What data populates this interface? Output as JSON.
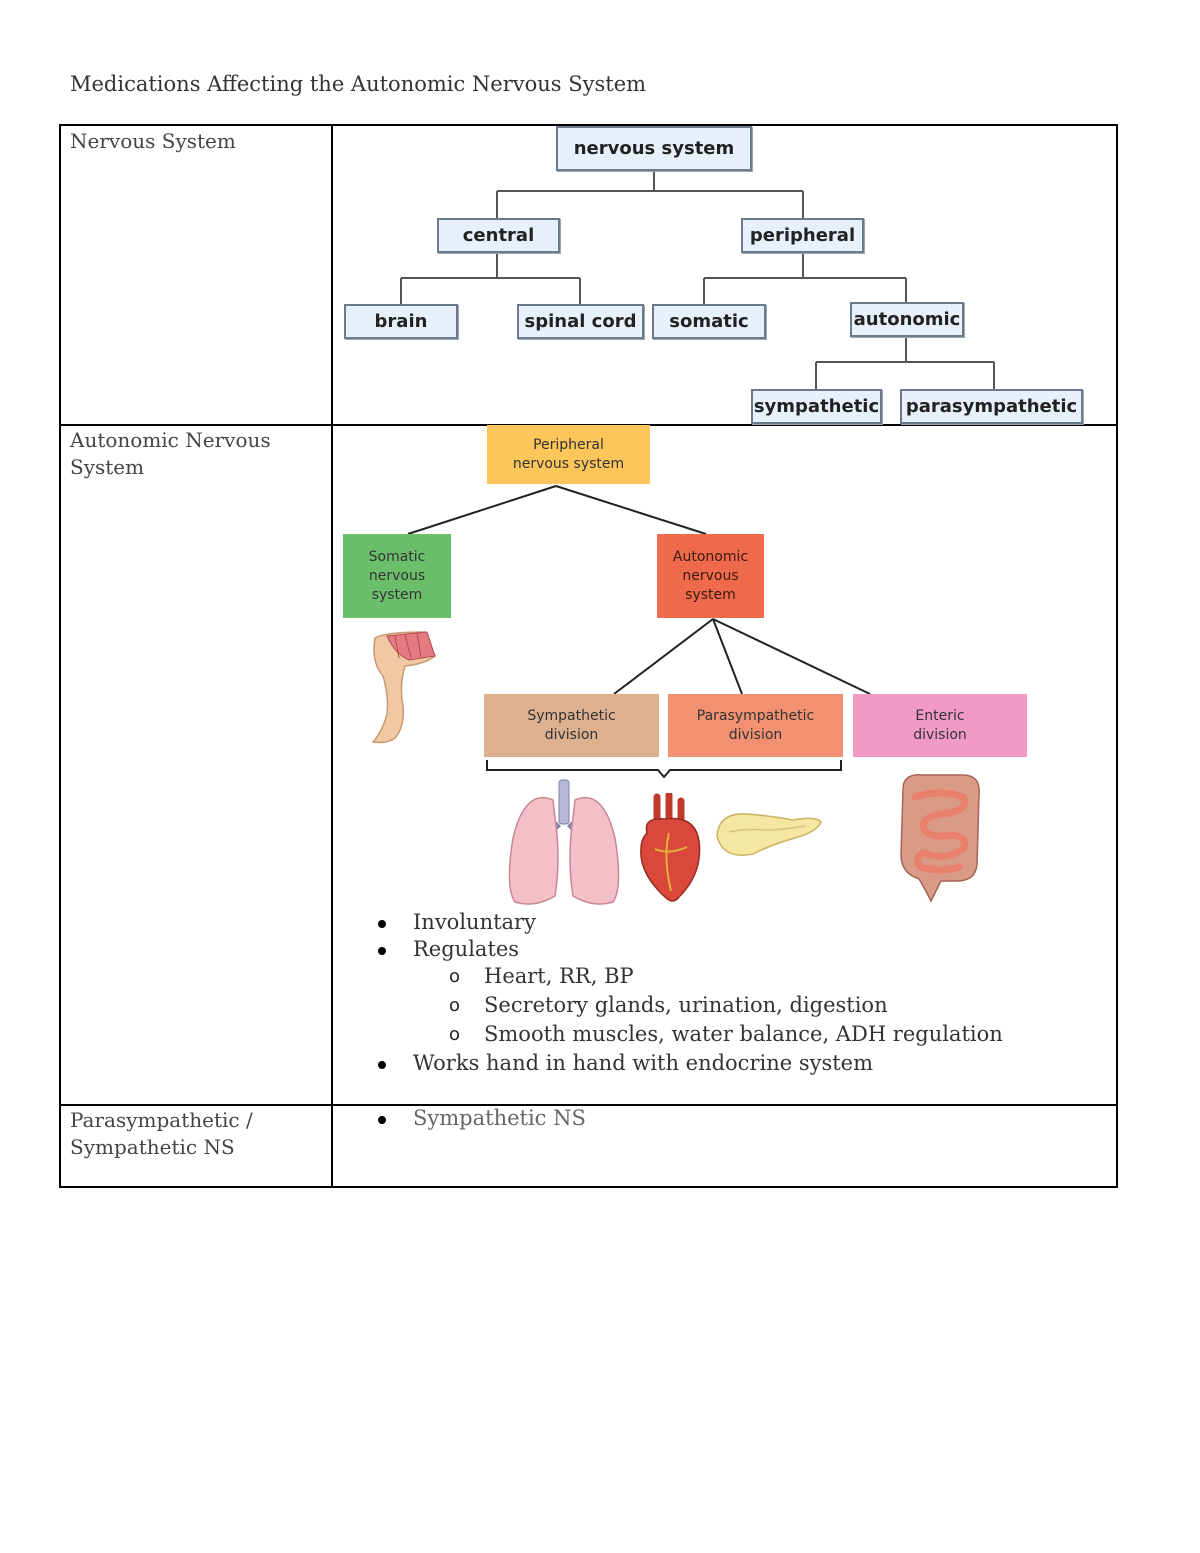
{
  "document": {
    "title": "Medications Affecting the Autonomic Nervous System"
  },
  "rows": [
    {
      "label": "Nervous System"
    },
    {
      "label": "Autonomic Nervous System"
    },
    {
      "label": "Parasympathetic / Sympathetic NS"
    }
  ],
  "nervous_tree": {
    "root": "nervous system",
    "central": "central",
    "peripheral": "peripheral",
    "brain": "brain",
    "spinal_cord": "spinal cord",
    "somatic": "somatic",
    "autonomic": "autonomic",
    "sympathetic": "sympathetic",
    "parasympathetic": "parasympathetic"
  },
  "ans_diagram": {
    "peripheral": "Peripheral\nnervous system",
    "somatic": "Somatic\nnervous\nsystem",
    "autonomic": "Autonomic\nnervous\nsystem",
    "sympathetic_division": "Sympathetic\ndivision",
    "parasympathetic_division": "Parasympathetic\ndivision",
    "enteric_division": "Enteric\ndivision",
    "colors": {
      "peripheral": "#fcc65a",
      "somatic": "#6cbf6a",
      "autonomic": "#ef6a4c",
      "sympathetic": "#ddb090",
      "parasympathetic": "#f29072",
      "enteric": "#f29ac6"
    }
  },
  "ans_notes": {
    "b1": "Involuntary",
    "b2": "Regulates",
    "s1": "Heart, RR, BP",
    "s2": "Secretory glands, urination, digestion",
    "s3": "Smooth muscles, water balance, ADH regulation",
    "b3": "Works hand in hand with endocrine system",
    "sub_marker": "o"
  },
  "para_notes": {
    "b1": "Sympathetic NS"
  }
}
